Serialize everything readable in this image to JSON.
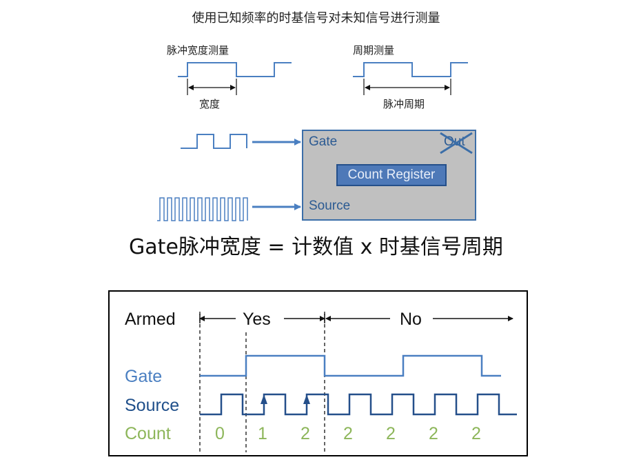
{
  "title": "使用已知频率的时基信号对未知信号进行测量",
  "pulse_width": {
    "label": "脉冲宽度测量",
    "measure_label": "宽度"
  },
  "period": {
    "label": "周期测量",
    "measure_label": "脉冲周期"
  },
  "counter": {
    "gate_label": "Gate",
    "out_label": "Out",
    "register_label": "Count Register",
    "source_label": "Source"
  },
  "formula": "Gate脉冲宽度 = 计数值 x 时基信号周期",
  "timing": {
    "armed_label": "Armed",
    "yes_label": "Yes",
    "no_label": "No",
    "gate_label": "Gate",
    "source_label": "Source",
    "count_label": "Count",
    "count_values": [
      "0",
      "1",
      "2",
      "2",
      "2",
      "2",
      "2"
    ]
  },
  "colors": {
    "signal_blue": "#4a7fc1",
    "dark_blue": "#244f8a",
    "count_green": "#8db65a",
    "box_gray": "#c0c0c0",
    "cross_blue": "#3b6ea8"
  }
}
